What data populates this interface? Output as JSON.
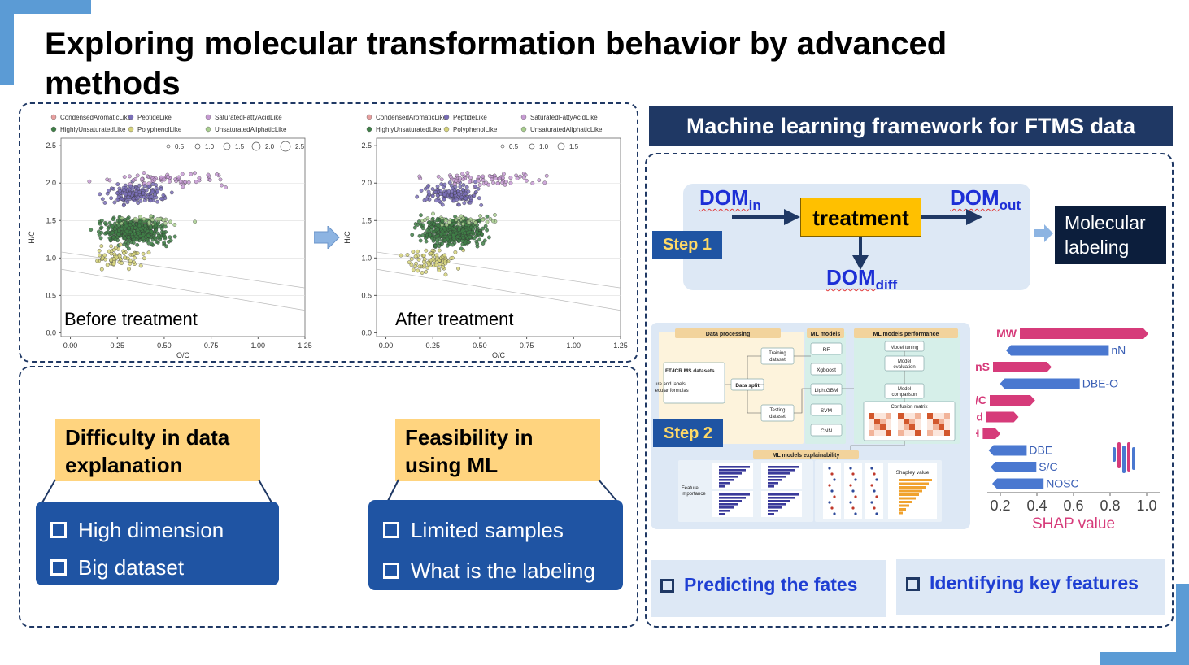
{
  "slide": {
    "title": "Exploring molecular transformation behavior by advanced methods"
  },
  "scatter_legend": {
    "classes": [
      "CondensedAromaticLike",
      "PeptideLike",
      "SaturatedFattyAcidLike",
      "HighlyUnsaturatedLike",
      "PolyphenolLike",
      "UnsaturatedAliphaticLike"
    ],
    "class_colors": [
      "#e8a0a0",
      "#7a6fb8",
      "#c79bd3",
      "#3f7f47",
      "#d6d37a",
      "#a9cf8f"
    ],
    "size_keys_before": [
      "0.5",
      "1.0",
      "1.5",
      "2.0",
      "2.5"
    ],
    "size_keys_after": [
      "0.5",
      "1.0",
      "1.5"
    ]
  },
  "chart_data": [
    {
      "type": "scatter",
      "caption": "Before treatment",
      "xlabel": "O/C",
      "ylabel": "H/C",
      "xlim": [
        -0.05,
        1.25
      ],
      "ylim": [
        -0.05,
        2.6
      ],
      "xticks": [
        "0.00",
        "0.25",
        "0.50",
        "0.75",
        "1.00",
        "1.25"
      ],
      "yticks": [
        "0.0",
        "0.5",
        "1.0",
        "1.5",
        "2.0",
        "2.5"
      ]
    },
    {
      "type": "scatter",
      "caption": "After treatment",
      "xlabel": "O/C",
      "ylabel": "H/C",
      "xlim": [
        -0.05,
        1.25
      ],
      "ylim": [
        -0.05,
        2.6
      ],
      "xticks": [
        "0.00",
        "0.25",
        "0.50",
        "0.75",
        "1.00",
        "1.25"
      ],
      "yticks": [
        "0.0",
        "0.5",
        "1.0",
        "1.5",
        "2.0",
        "2.5"
      ]
    },
    {
      "type": "bar",
      "categories": [
        "MW",
        "nN",
        "nS",
        "DBE-O",
        "O/C",
        "AImod",
        "nH",
        "DBE",
        "S/C",
        "NOSC"
      ],
      "values": [
        1.0,
        0.62,
        0.48,
        0.5,
        0.39,
        0.3,
        0.2,
        0.28,
        0.32,
        0.35
      ],
      "direction": [
        "pos",
        "neg",
        "pos",
        "neg",
        "pos",
        "pos",
        "pos",
        "neg",
        "neg",
        "neg"
      ],
      "xlabel": "SHAP value",
      "xticks": [
        "0.2",
        "0.4",
        "0.6",
        "0.8",
        "1.0"
      ],
      "xlim": [
        0.2,
        1.0
      ],
      "colors": {
        "pos": "#d63b7a",
        "neg": "#4a78d0"
      }
    }
  ],
  "left_panel": {
    "difficulty": {
      "heading": "Difficulty in data explanation",
      "items": [
        "High dimension",
        "Big dataset"
      ]
    },
    "feasibility": {
      "heading": "Feasibility in using ML",
      "items": [
        "Limited samples",
        "What is the labeling"
      ]
    }
  },
  "right_panel": {
    "header": "Machine learning framework for FTMS data",
    "step1": {
      "label": "Step 1",
      "dom": "DOM",
      "dom_in_sub": "in",
      "dom_out_sub": "out",
      "dom_diff_sub": "diff",
      "treatment": "treatment",
      "result": "Molecular labeling"
    },
    "step2": {
      "label": "Step 2",
      "flow": {
        "data_processing": "Data processing",
        "ml_models": "ML models",
        "ml_performance": "ML models performance",
        "ftms_datasets": "FT-ICR MS datasets",
        "features_text": "Feature and labels of molecular formulas",
        "data_split": "Data split",
        "training": "Training dataset",
        "testing": "Testing dataset",
        "models": [
          "RF",
          "Xgboost",
          "LightGBM",
          "SVM",
          "CNN"
        ],
        "model_tuning": "Model tuning",
        "model_evaluation": "Model evaluation",
        "model_comparison": "Model comparison",
        "confusion_matrix": "Confusion matrix",
        "explainability": "ML models explainability",
        "feature_importance": "Feature importance",
        "shapley": "Shapley value"
      }
    },
    "outcomes": {
      "predict": "Predicting the fates",
      "identify": "Identifying key features"
    }
  }
}
